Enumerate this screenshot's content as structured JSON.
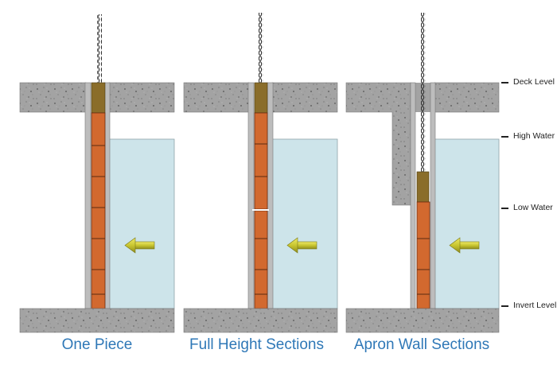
{
  "panels": [
    {
      "caption": "One Piece",
      "type": "one-piece"
    },
    {
      "caption": "Full Height Sections",
      "type": "full-height-sections"
    },
    {
      "caption": "Apron Wall Sections",
      "type": "apron-wall-sections"
    }
  ],
  "levels": {
    "deck": "Deck Level",
    "high_water": "High Water",
    "low_water": "Low Water",
    "invert": "Invert Level"
  },
  "colors": {
    "concrete": "#a3a3a3",
    "water": "#cde4ea",
    "gate_panel": "#d2692f",
    "gate_top": "#8a6d2a",
    "arrow": "#c9c630",
    "frame": "#bdbdbd",
    "caption": "#2f78b7"
  },
  "icons": {
    "flow": "arrow-left-icon",
    "chain": "chain-icon"
  }
}
